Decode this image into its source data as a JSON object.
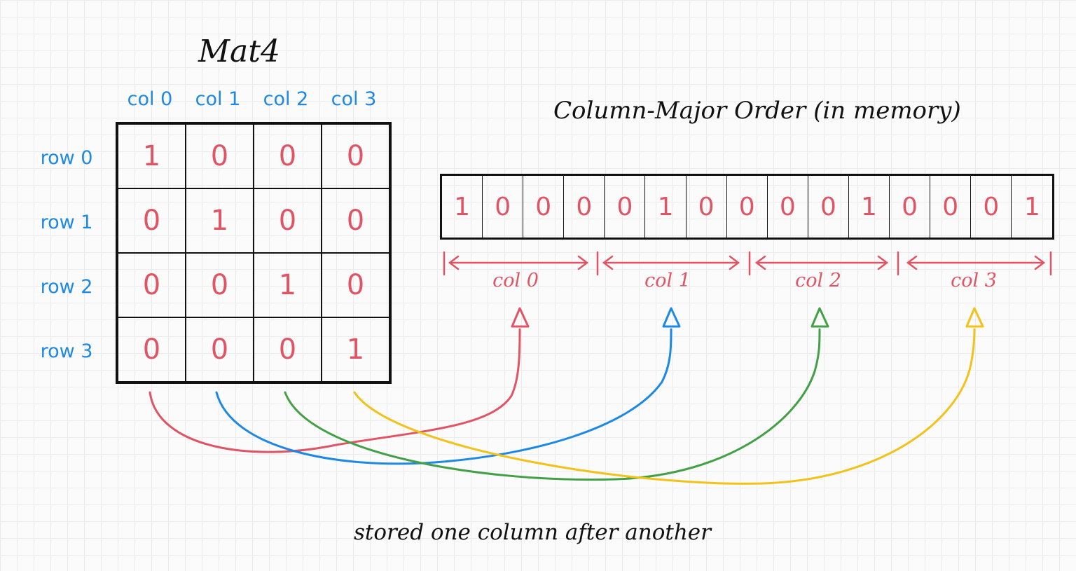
{
  "title": "Mat4",
  "subtitle": "Column-Major Order (in memory)",
  "caption": "stored one column after another",
  "col_headers": [
    "col 0",
    "col 1",
    "col 2",
    "col 3"
  ],
  "row_headers": [
    "row 0",
    "row 1",
    "row 2",
    "row 3"
  ],
  "matrix": [
    [
      "1",
      "0",
      "0",
      "0"
    ],
    [
      "0",
      "1",
      "0",
      "0"
    ],
    [
      "0",
      "0",
      "1",
      "0"
    ],
    [
      "0",
      "0",
      "0",
      "1"
    ]
  ],
  "memory": [
    "1",
    "0",
    "0",
    "0",
    "0",
    "1",
    "0",
    "0",
    "0",
    "0",
    "1",
    "0",
    "0",
    "0",
    "1"
  ],
  "segments": [
    "col 0",
    "col 1",
    "col 2",
    "col 3"
  ],
  "colors": {
    "red": "#e05565",
    "blue": "#1e88e5",
    "green": "#43a047",
    "yellow": "#f2c21b"
  }
}
